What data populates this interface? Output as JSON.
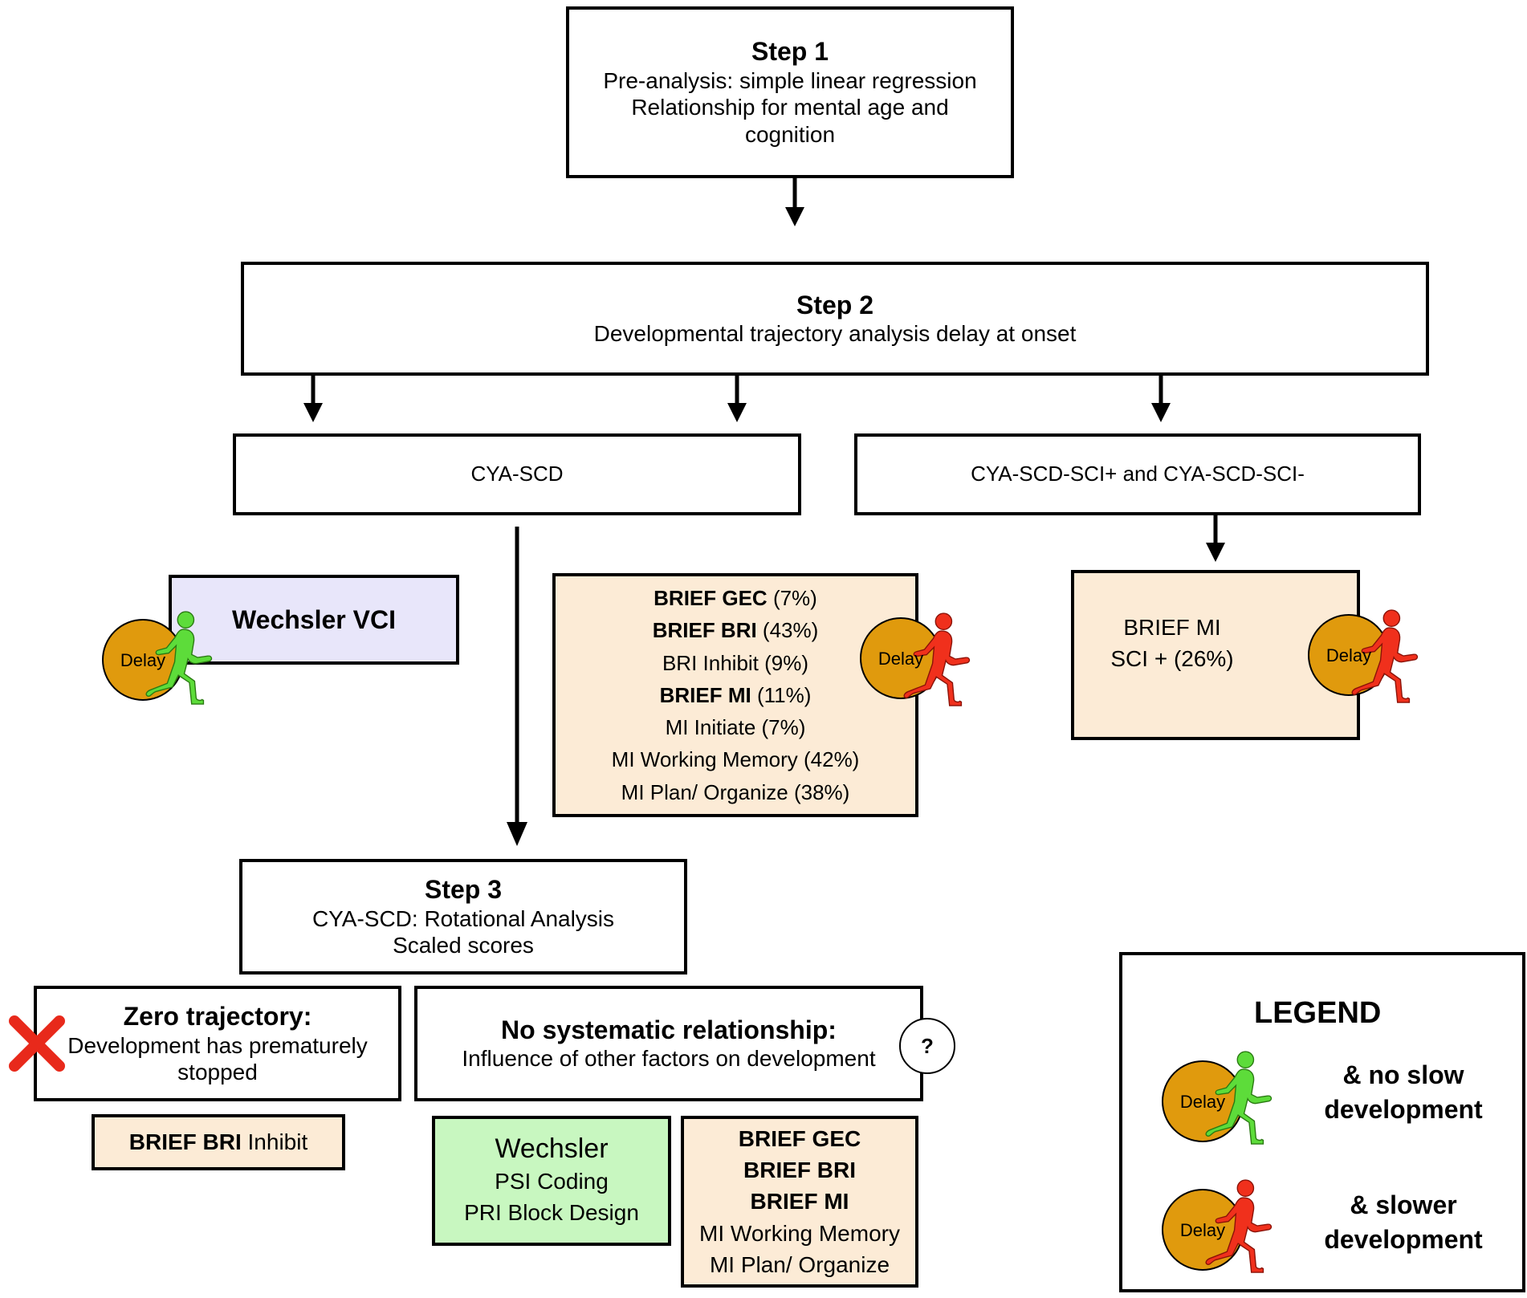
{
  "step1": {
    "title": "Step 1",
    "line1": "Pre-analysis: simple linear regression",
    "line2": "Relationship for mental age and",
    "line3": "cognition"
  },
  "step2": {
    "title": "Step 2",
    "line1": "Developmental trajectory analysis delay at onset"
  },
  "groups": {
    "left": "CYA-SCD",
    "right": "CYA-SCD-SCI+ and CYA-SCD-SCI-"
  },
  "wechsler_vci": "Wechsler VCI",
  "brief_list": [
    {
      "bold": "BRIEF GEC",
      "rest": " (7%)"
    },
    {
      "bold": "BRIEF BRI",
      "rest": " (43%)"
    },
    {
      "bold": "",
      "rest": "BRI Inhibit (9%)"
    },
    {
      "bold": "BRIEF MI",
      "rest": " (11%)"
    },
    {
      "bold": "",
      "rest": "MI Initiate (7%)"
    },
    {
      "bold": "",
      "rest": "MI Working Memory (42%)"
    },
    {
      "bold": "",
      "rest": "MI Plan/ Organize (38%)"
    }
  ],
  "sci_box": {
    "line1": "BRIEF MI",
    "line2": "SCI + (26%)"
  },
  "delay_label": "Delay",
  "step3": {
    "title": "Step 3",
    "line1": "CYA-SCD: Rotational Analysis",
    "line2": "Scaled scores"
  },
  "zero": {
    "title": "Zero trajectory:",
    "line1": "Development has prematurely",
    "line2": "stopped"
  },
  "nosys": {
    "title": "No systematic relationship:",
    "line1": "Influence of other factors on development",
    "qmark": "?"
  },
  "bri_inhibit": {
    "bold": "BRIEF BRI",
    "rest": " Inhibit"
  },
  "wechsler_box": {
    "title": "Wechsler",
    "line1": "PSI Coding",
    "line2": "PRI Block Design"
  },
  "brief_box2": {
    "b1": "BRIEF GEC",
    "b2": "BRIEF BRI",
    "b3": "BRIEF MI",
    "l4": "MI Working Memory",
    "l5": "MI Plan/ Organize"
  },
  "legend": {
    "title": "LEGEND",
    "item1_line1": "& no slow",
    "item1_line2": "development",
    "item2_line1": "& slower",
    "item2_line2": "development"
  },
  "colors": {
    "green_runner": "#5ddc3a",
    "red_runner": "#f0301c",
    "delay_circle": "#e09a0d",
    "peach": "#fcebd6",
    "lavender": "#e8e6fa",
    "light_green": "#c8f7c0",
    "cross": "#e8291b"
  }
}
